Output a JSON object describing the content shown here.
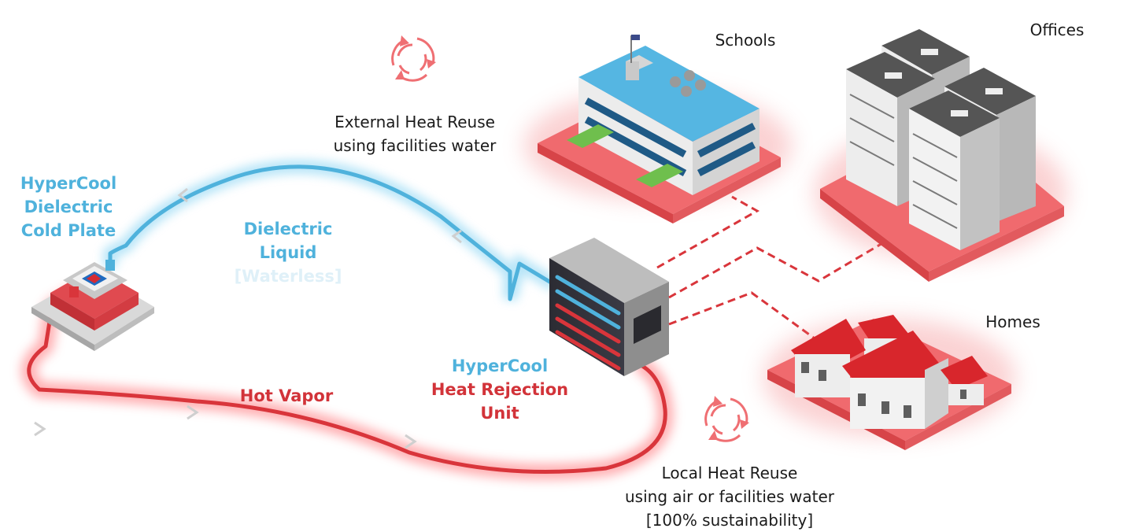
{
  "labels": {
    "cold_plate": [
      "HyperCool",
      "Dielectric",
      "Cold Plate"
    ],
    "liquid": [
      "Dielectric",
      "Liquid",
      "[Waterless]"
    ],
    "vapor": "Hot Vapor",
    "hru": [
      "HyperCool",
      "Heat Rejection",
      "Unit"
    ],
    "external": [
      "External Heat Reuse",
      "using facilities water"
    ],
    "local": [
      "Local Heat Reuse",
      "using air or facilities water",
      "[100% sustainability]"
    ],
    "schools": "Schools",
    "offices": "Offices",
    "homes": "Homes"
  },
  "icons": {
    "recycle": "recycle-arrows-icon",
    "flow_arrow": "chevron-arrow-icon"
  },
  "colors": {
    "liquid_line": "#4fb2dc",
    "vapor_line": "#d9353b",
    "glow_red": "#f06a6e",
    "roof_blue": "#55b6e2",
    "roof_red": "#d8262c",
    "text_dark": "#1b1b1b"
  }
}
